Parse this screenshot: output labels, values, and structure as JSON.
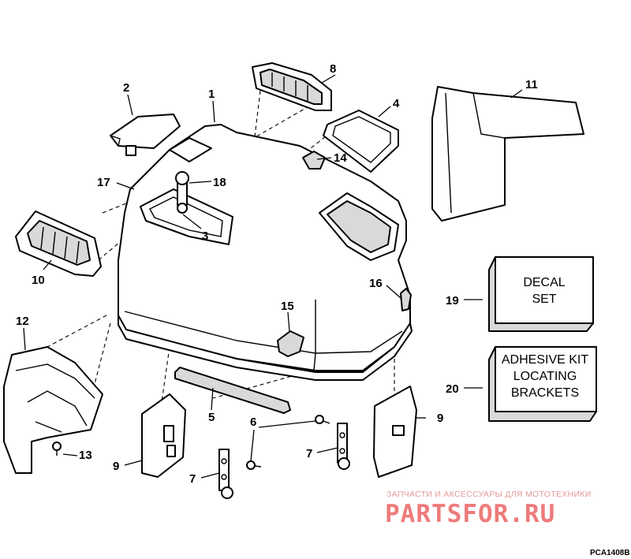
{
  "callouts": [
    {
      "id": "1",
      "label": "1"
    },
    {
      "id": "2",
      "label": "2"
    },
    {
      "id": "3",
      "label": "3"
    },
    {
      "id": "4",
      "label": "4"
    },
    {
      "id": "5",
      "label": "5"
    },
    {
      "id": "6",
      "label": "6"
    },
    {
      "id": "7a",
      "label": "7"
    },
    {
      "id": "7b",
      "label": "7"
    },
    {
      "id": "8",
      "label": "8"
    },
    {
      "id": "9a",
      "label": "9"
    },
    {
      "id": "9b",
      "label": "9"
    },
    {
      "id": "10",
      "label": "10"
    },
    {
      "id": "11",
      "label": "11"
    },
    {
      "id": "12",
      "label": "12"
    },
    {
      "id": "13",
      "label": "13"
    },
    {
      "id": "14",
      "label": "14"
    },
    {
      "id": "15",
      "label": "15"
    },
    {
      "id": "16",
      "label": "16"
    },
    {
      "id": "17",
      "label": "17"
    },
    {
      "id": "18",
      "label": "18"
    },
    {
      "id": "19",
      "label": "19"
    },
    {
      "id": "20",
      "label": "20"
    }
  ],
  "boxes": {
    "decal": {
      "line1": "DECAL",
      "line2": "SET"
    },
    "adhesive": {
      "line1": "ADHESIVE KIT",
      "line2": "LOCATING",
      "line3": "BRACKETS"
    }
  },
  "watermark": {
    "subtitle": "ЗАПЧАСТИ И АКСЕССУАРЫ ДЛЯ МОТОТЕХНИКИ",
    "brand": "PARTSFOR.RU"
  },
  "figure_code": "PCA1408B",
  "colors": {
    "line": "#000000",
    "shade": "#d9d9d9",
    "watermark": "#ee7b7b"
  }
}
